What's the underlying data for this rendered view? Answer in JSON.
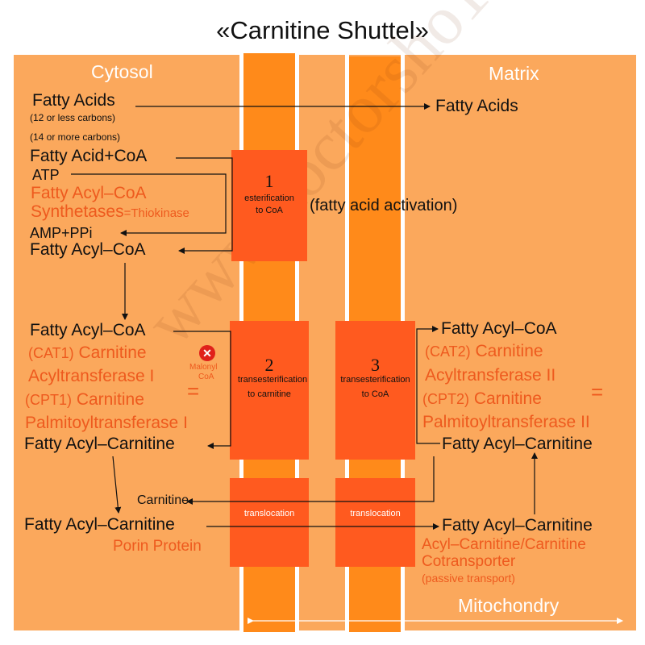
{
  "title": "«Carnitine Shuttel»",
  "watermark": "www.doctorsho1.ir",
  "regions": {
    "cytosol": "Cytosol",
    "matrix": "Matrix",
    "mitochondry": "Mitochondry"
  },
  "left": {
    "fatty_acids": "Fatty Acids",
    "less_carbons": "(12 or less carbons)",
    "more_carbons": "(14 or more carbons)",
    "fatty_acid_coa": "Fatty Acid+CoA",
    "atp": "ATP",
    "synthetase_line1": "Fatty Acyl–CoA",
    "synthetase_line2": "Synthetases",
    "thiokinase": "=Thiokinase",
    "amp_ppi": "AMP+PPi",
    "fatty_acyl_coa_1": "Fatty Acyl–CoA",
    "fatty_acyl_coa_2": "Fatty Acyl–CoA",
    "cat1_abbr": "(CAT1)",
    "cat1_name1": " Carnitine",
    "cat1_name2": "Acyltransferase I",
    "equals": "=",
    "cpt1_abbr": "(CPT1)",
    "cpt1_name1": " Carnitine",
    "cpt1_name2": "Palmitoyltransferase I",
    "fatty_acyl_carnitine_1": "Fatty Acyl–Carnitine",
    "carnitine": "Carnitine",
    "fatty_acyl_carnitine_2": "Fatty Acyl–Carnitine",
    "porin": "Porin Protein"
  },
  "inhibitor": {
    "line1": "Malonyl",
    "line2": "CoA"
  },
  "boxes": {
    "b1": {
      "num": "1",
      "line1": "esterification",
      "line2": "to CoA"
    },
    "b2": {
      "num": "2",
      "line1": "transesterification",
      "line2": "to carnitine"
    },
    "b3": {
      "num": "3",
      "line1": "transesterification",
      "line2": "to CoA"
    },
    "t1": "translocation",
    "t2": "translocation"
  },
  "activation_note": "(fatty acid activation)",
  "right": {
    "fatty_acids": "Fatty Acids",
    "fatty_acyl_coa": "Fatty Acyl–CoA",
    "cat2_abbr": "(CAT2)",
    "cat2_name1": " Carnitine",
    "cat2_name2": "Acyltransferase II",
    "equals": "=",
    "cpt2_abbr": "(CPT2)",
    "cpt2_name1": " Carnitine",
    "cpt2_name2": "Palmitoyltransferase II",
    "fatty_acyl_carnitine_1": "Fatty Acyl–Carnitine",
    "fatty_acyl_carnitine_2": "Fatty Acyl–Carnitine",
    "cotransporter1": "Acyl–Carnitine/Carnitine",
    "cotransporter2": "Cotransporter",
    "passive": "(passive transport)"
  },
  "colors": {
    "background_orange": "#fba85c",
    "membrane_orange": "#ff8a1a",
    "box_orange": "#ff5a1f",
    "text_orange": "#ee5a1e"
  }
}
